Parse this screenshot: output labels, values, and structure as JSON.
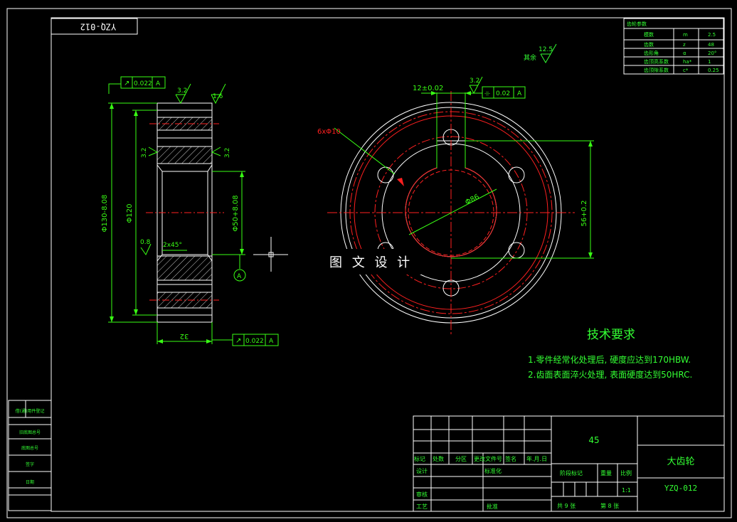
{
  "drawing_number_rotated": "YZQ-012",
  "gear_params": {
    "title": "齿轮参数",
    "rows": [
      {
        "name": "模数",
        "sym": "m",
        "val": "2.5"
      },
      {
        "name": "齿数",
        "sym": "z",
        "val": "48"
      },
      {
        "name": "齿形角",
        "sym": "α",
        "val": "20°"
      },
      {
        "name": "齿顶高系数",
        "sym": "ha*",
        "val": "1"
      },
      {
        "name": "齿顶隙系数",
        "sym": "c*",
        "val": "0.25"
      }
    ]
  },
  "roughness_rest": {
    "label": "其余",
    "value": "12.5"
  },
  "section_view": {
    "geo_tol_top": {
      "sym": "↗",
      "value": "0.022",
      "datum": "A"
    },
    "geo_tol_bottom": {
      "sym": "↗",
      "value": "0.022",
      "datum": "A"
    },
    "rough_top_left": "3.2",
    "rough_top_right": "1.6",
    "rough_side_left": "3.2",
    "rough_side_right": "3.2",
    "rough_chamfer": "0.8",
    "dim_outer": "Φ130-8.08",
    "dim_root": "Φ120",
    "dim_bore": "Φ50+8.08",
    "dim_width": "32",
    "chamfer": "2x45°",
    "datum": "A"
  },
  "front_view": {
    "key_width": "12±0.02",
    "rough_key": "3.2",
    "sym_tol": {
      "sym": "⌯",
      "value": "0.02",
      "datum": "A"
    },
    "holes": "6xΦ10",
    "pcd": "Φ86",
    "key_depth": "56+0.2"
  },
  "watermark": "图 文 设 计",
  "tech_req": {
    "title": "技术要求",
    "items": [
      "1.零件经常化处理后, 硬度应达到170HBW.",
      "2.齿面表面淬火处理, 表面硬度达到50HRC."
    ]
  },
  "title_block": {
    "material": "45",
    "part_name": "大齿轮",
    "drawing_no": "YZQ-012",
    "header_cells": [
      "标记",
      "处数",
      "分区",
      "更改文件号",
      "签名",
      "年.月.日"
    ],
    "design": "设计",
    "standardize": "标准化",
    "stage_mark": "阶段标记",
    "weight": "重量",
    "scale": "比例",
    "scale_val": "1:1",
    "review": "审核",
    "process": "工艺",
    "approve": "批准",
    "total_sheets": "共 9 张",
    "sheet_no": "第 8 张"
  },
  "side_block": {
    "cells": [
      "借(通)用件登记",
      "旧底图总号",
      "底图总号",
      "签字",
      "日期"
    ]
  },
  "colors": {
    "frame": "#ffffff",
    "green": "#39ff14",
    "red": "#ff2020",
    "hatch": "#ffffff",
    "text_green": "#33ff33"
  }
}
